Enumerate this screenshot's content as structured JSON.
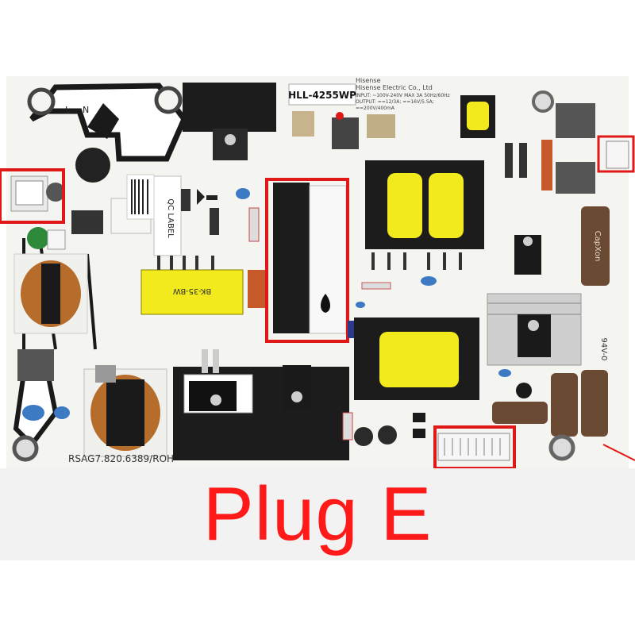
{
  "board": {
    "sticker_model": "HLL-4255WP",
    "maker_line1": "Hisense",
    "maker_line2": "Hisense Electric Co., Ltd",
    "input_spec": "INPUT: ~100V-240V MAX 3A 50Hz/60Hz",
    "output_spec": "OUTPUT: ==12/3A; ==16V/5.5A;",
    "output_spec2": "==200V/400mA",
    "part_number": "RSAG7.820.6389/ROH",
    "qc_label": "QC LABEL",
    "transformer_label": "BK-35-BW",
    "terminal_l": "L",
    "terminal_n": "N",
    "rating": "94V-0",
    "cap_brand": "CapXon"
  },
  "caption": {
    "text": "Plug E"
  },
  "colors": {
    "pcb_bg": "#f4f4f0",
    "trace": "#1a1a1a",
    "heatsink": "#1c1c1c",
    "transformer_yellow": "#f2ea1c",
    "highlight": "#e01818",
    "caption_text": "#ff1a1a",
    "caption_band": "#f2f2f2"
  }
}
